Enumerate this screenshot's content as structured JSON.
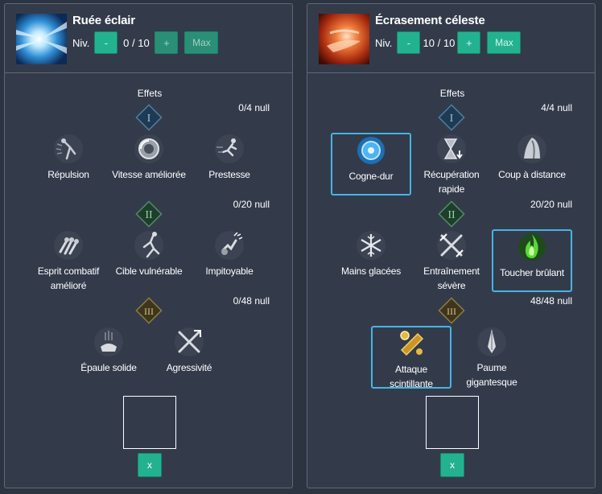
{
  "colors": {
    "accent": "#23b28f",
    "selected_border": "#46b4e6",
    "panel_bg": "#333b4b",
    "page_bg": "#2c3442"
  },
  "left": {
    "title": "Ruée éclair",
    "level_label": "Niv.",
    "minus": "-",
    "plus": "+",
    "max": "Max",
    "level_value": "0 / 10",
    "effects_label": "Effets",
    "tiers": [
      {
        "numeral": "I",
        "count": "0/4 null"
      },
      {
        "numeral": "II",
        "count": "0/20 null"
      },
      {
        "numeral": "III",
        "count": "0/48 null"
      }
    ],
    "nodes": [
      {
        "label1": "Répulsion",
        "label2": "",
        "icon": "repulse-icon",
        "selected": false
      },
      {
        "label1": "Vitesse améliorée",
        "label2": "",
        "icon": "speed-orb-icon",
        "selected": false
      },
      {
        "label1": "Prestesse",
        "label2": "",
        "icon": "dash-runner-icon",
        "selected": false
      },
      {
        "label1": "Esprit combatif",
        "label2": "amélioré",
        "icon": "fists-icon",
        "selected": false
      },
      {
        "label1": "Cible vulnérable",
        "label2": "",
        "icon": "vulnerable-target-icon",
        "selected": false
      },
      {
        "label1": "Impitoyable",
        "label2": "",
        "icon": "impact-icon",
        "selected": false
      },
      {
        "label1": "Épaule solide",
        "label2": "",
        "icon": "shoulder-icon",
        "selected": false
      },
      {
        "label1": "Agressivité",
        "label2": "",
        "icon": "crossed-blades-icon",
        "selected": false
      }
    ],
    "clear": "x"
  },
  "right": {
    "title": "Écrasement céleste",
    "level_label": "Niv.",
    "minus": "-",
    "plus": "+",
    "max": "Max",
    "level_value": "10 / 10",
    "effects_label": "Effets",
    "tiers": [
      {
        "numeral": "I",
        "count": "4/4 null"
      },
      {
        "numeral": "II",
        "count": "20/20 null"
      },
      {
        "numeral": "III",
        "count": "48/48 null"
      }
    ],
    "nodes": [
      {
        "label1": "Cogne-dur",
        "label2": "",
        "icon": "blue-orb-icon",
        "selected": true
      },
      {
        "label1": "Récupération",
        "label2": "rapide",
        "icon": "hourglass-icon",
        "selected": false
      },
      {
        "label1": "Coup à distance",
        "label2": "",
        "icon": "cloaked-figure-icon",
        "selected": false
      },
      {
        "label1": "Mains glacées",
        "label2": "",
        "icon": "snowflake-icon",
        "selected": false
      },
      {
        "label1": "Entraînement",
        "label2": "sévère",
        "icon": "crossed-swords-icon",
        "selected": false
      },
      {
        "label1": "Toucher brûlant",
        "label2": "",
        "icon": "green-flame-icon",
        "selected": true
      },
      {
        "label1": "Attaque",
        "label2": "scintillante",
        "icon": "golden-scroll-icon",
        "selected": true
      },
      {
        "label1": "Paume",
        "label2": "gigantesque",
        "icon": "spike-icon",
        "selected": false
      }
    ],
    "clear": "x"
  }
}
